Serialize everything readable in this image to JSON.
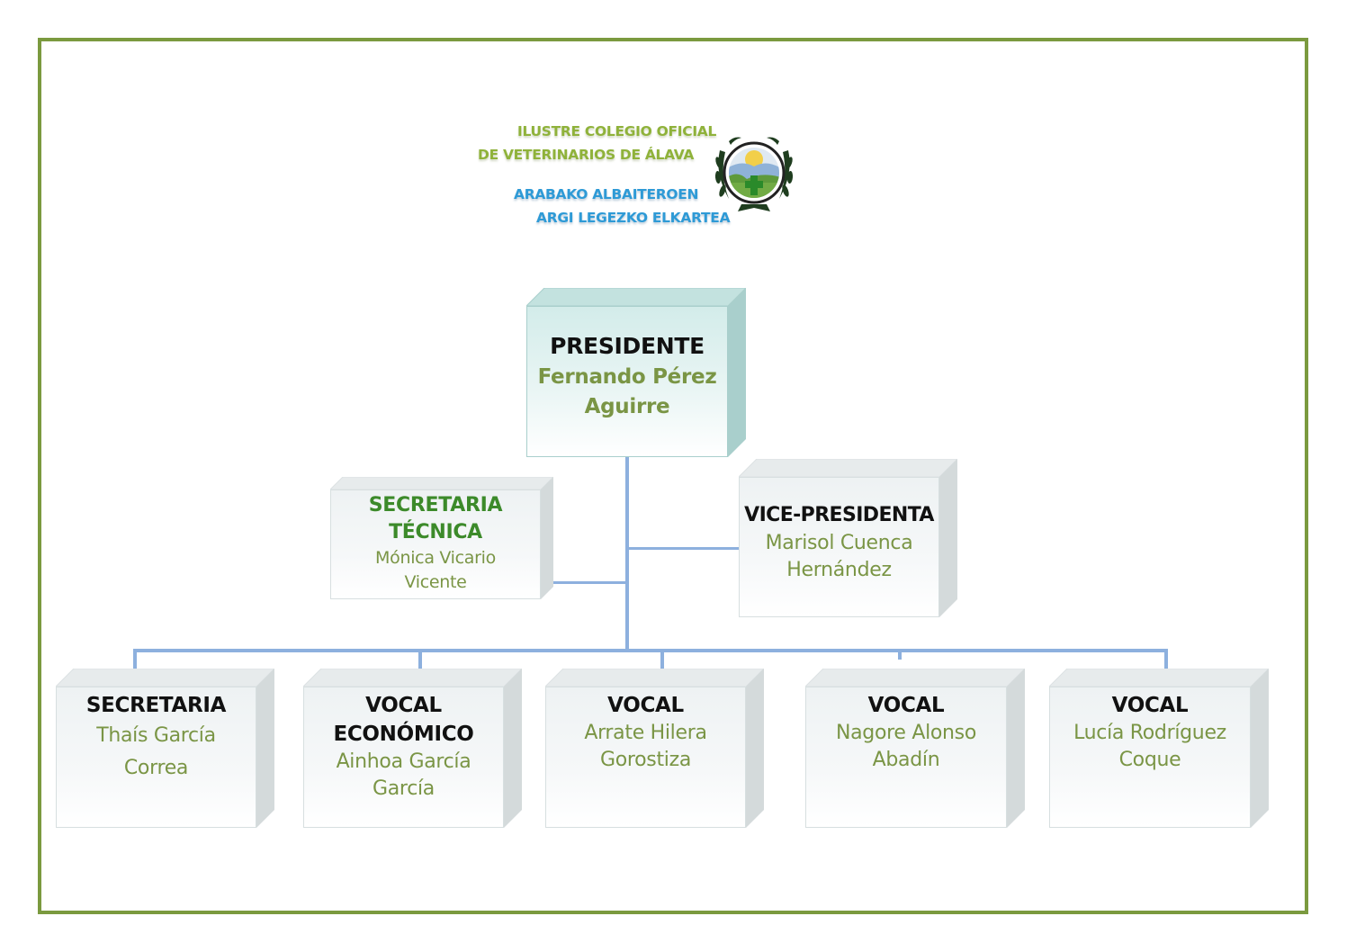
{
  "header": {
    "org_name_es_line1": "ILUSTRE COLEGIO OFICIAL",
    "org_name_es_line2": "DE VETERINARIOS DE ÁLAVA",
    "org_name_eu_line1": "ARABAKO ALBAITEROEN",
    "org_name_eu_line2": "ARGI LEGEZKO ELKARTEA",
    "logo_icon": "college-seal-icon"
  },
  "colors": {
    "frame": "#7b9a3f",
    "connector": "#8db0de",
    "name_text": "#7a9545",
    "role_text": "#111111",
    "role_text_green": "#3c8a2a",
    "header_green": "#8fb23a",
    "header_blue": "#2e9ad6"
  },
  "chart": {
    "president": {
      "role": "PRESIDENTE",
      "name_line1": "Fernando Pérez",
      "name_line2": "Aguirre"
    },
    "technical_secretary": {
      "role_line1": "SECRETARIA",
      "role_line2": "TÉCNICA",
      "name_line1": "Mónica Vicario",
      "name_line2": "Vicente"
    },
    "vice_president": {
      "role": "VICE-PRESIDENTA",
      "name_line1": "Marisol Cuenca",
      "name_line2": "Hernández"
    },
    "members": [
      {
        "role_line1": "SECRETARIA",
        "role_line2": "",
        "name_line1": "Thaís García",
        "name_line2": "Correa"
      },
      {
        "role_line1": "VOCAL",
        "role_line2": "ECONÓMICO",
        "name_line1": "Ainhoa García",
        "name_line2": "García"
      },
      {
        "role_line1": "VOCAL",
        "role_line2": "",
        "name_line1": "Arrate Hilera",
        "name_line2": "Gorostiza"
      },
      {
        "role_line1": "VOCAL",
        "role_line2": "",
        "name_line1": "Nagore Alonso",
        "name_line2": "Abadín"
      },
      {
        "role_line1": "VOCAL",
        "role_line2": "",
        "name_line1": "Lucía Rodríguez",
        "name_line2": "Coque"
      }
    ]
  }
}
